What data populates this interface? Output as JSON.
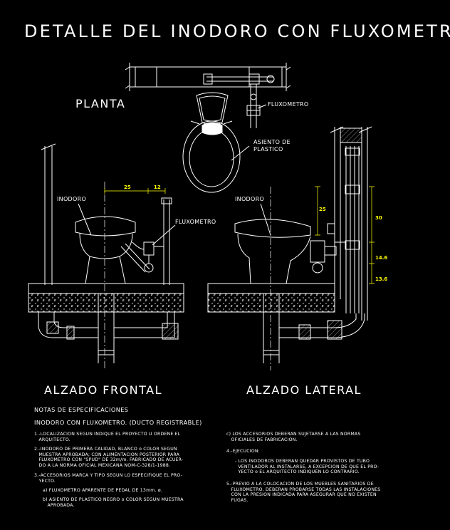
{
  "title": "DETALLE DEL INODORO CON FLUXOMETRO",
  "views": {
    "planta": "PLANTA",
    "alzado_frontal": "ALZADO FRONTAL",
    "alzado_lateral": "ALZADO LATERAL"
  },
  "labels": {
    "fluxometro_planta": "FLUXOMETRO",
    "asiento": "ASIENTO DE\nPLASTICO",
    "inodoro_frontal": "INODORO",
    "fluxometro_frontal": "FLUXOMETRO",
    "inodoro_lateral": "INODORO"
  },
  "dimensions": {
    "frontal_25": "25",
    "frontal_12": "12",
    "lateral_25": "25",
    "lateral_30": "30",
    "lateral_14": "14.6",
    "lateral_13": "13.6"
  },
  "notes": {
    "heading": "NOTAS DE ESPECIFICACIONES",
    "subheading": "INODORO CON FLUXOMETRO. (DUCTO REGISTRABLE)",
    "n1": "1.-LOCALIZACION SEGUN INDIQUE EL PROYECTO U ORDENE EL\n   ARQUITECTO.",
    "n2": "2.-INODORO DE PRIMERA CALIDAD, BLANCO o COLOR SEGUN\n   MUESTRA APROBADA; CON ALIMENTACION POSTERIOR PARA\n   FLUXOMETRO CON \"SPUD\" DE 32m/m. FABRICADO DE ACUER-\n   DO A LA NORMA OFICIAL MEXICANA NOM-C-328/1-1988.",
    "n3": "3.-ACCESORIOS MARCA Y TIPO SEGUN LO ESPECIFIQUE EL PRO-\n   YECTO.",
    "n3a": "a) FLUXOMETRO APARENTE DE PEDAL DE 13mm. ø.",
    "n3b": "b) ASIENTO DE PLASTICO NEGRO o COLOR SEGUN MUESTRA\n   APROBADA.",
    "n3c": "c) LOS ACCESORIOS DEBERAN SUJETARSE A LAS NORMAS\n   OFICIALES DE FABRICACION.",
    "n4": "4.-EJECUCION:",
    "n4a": "- LOS INODOROS DEBERAN QUEDAR PROVISTOS DE TUBO\n  VENTILADOR AL INSTALARSE, A EXCEPCION DE QUE EL PRO-\n  YECTO o EL ARQUITECTO INDIQUEN LO CONTRARIO.",
    "n5": "5.-PREVIO A LA COLOCACION DE LOS MUEBLES SANITARIOS DE\n   FLUXOMETRO, DEBERAN PROBARSE TODAS LAS INSTALACIONES\n   CON LA PRESION INDICADA PARA ASEGURAR QUE NO EXISTEN\n   FUGAS."
  },
  "colors": {
    "background": "#000000",
    "line": "#ffffff",
    "dimension": "#ffff00"
  }
}
